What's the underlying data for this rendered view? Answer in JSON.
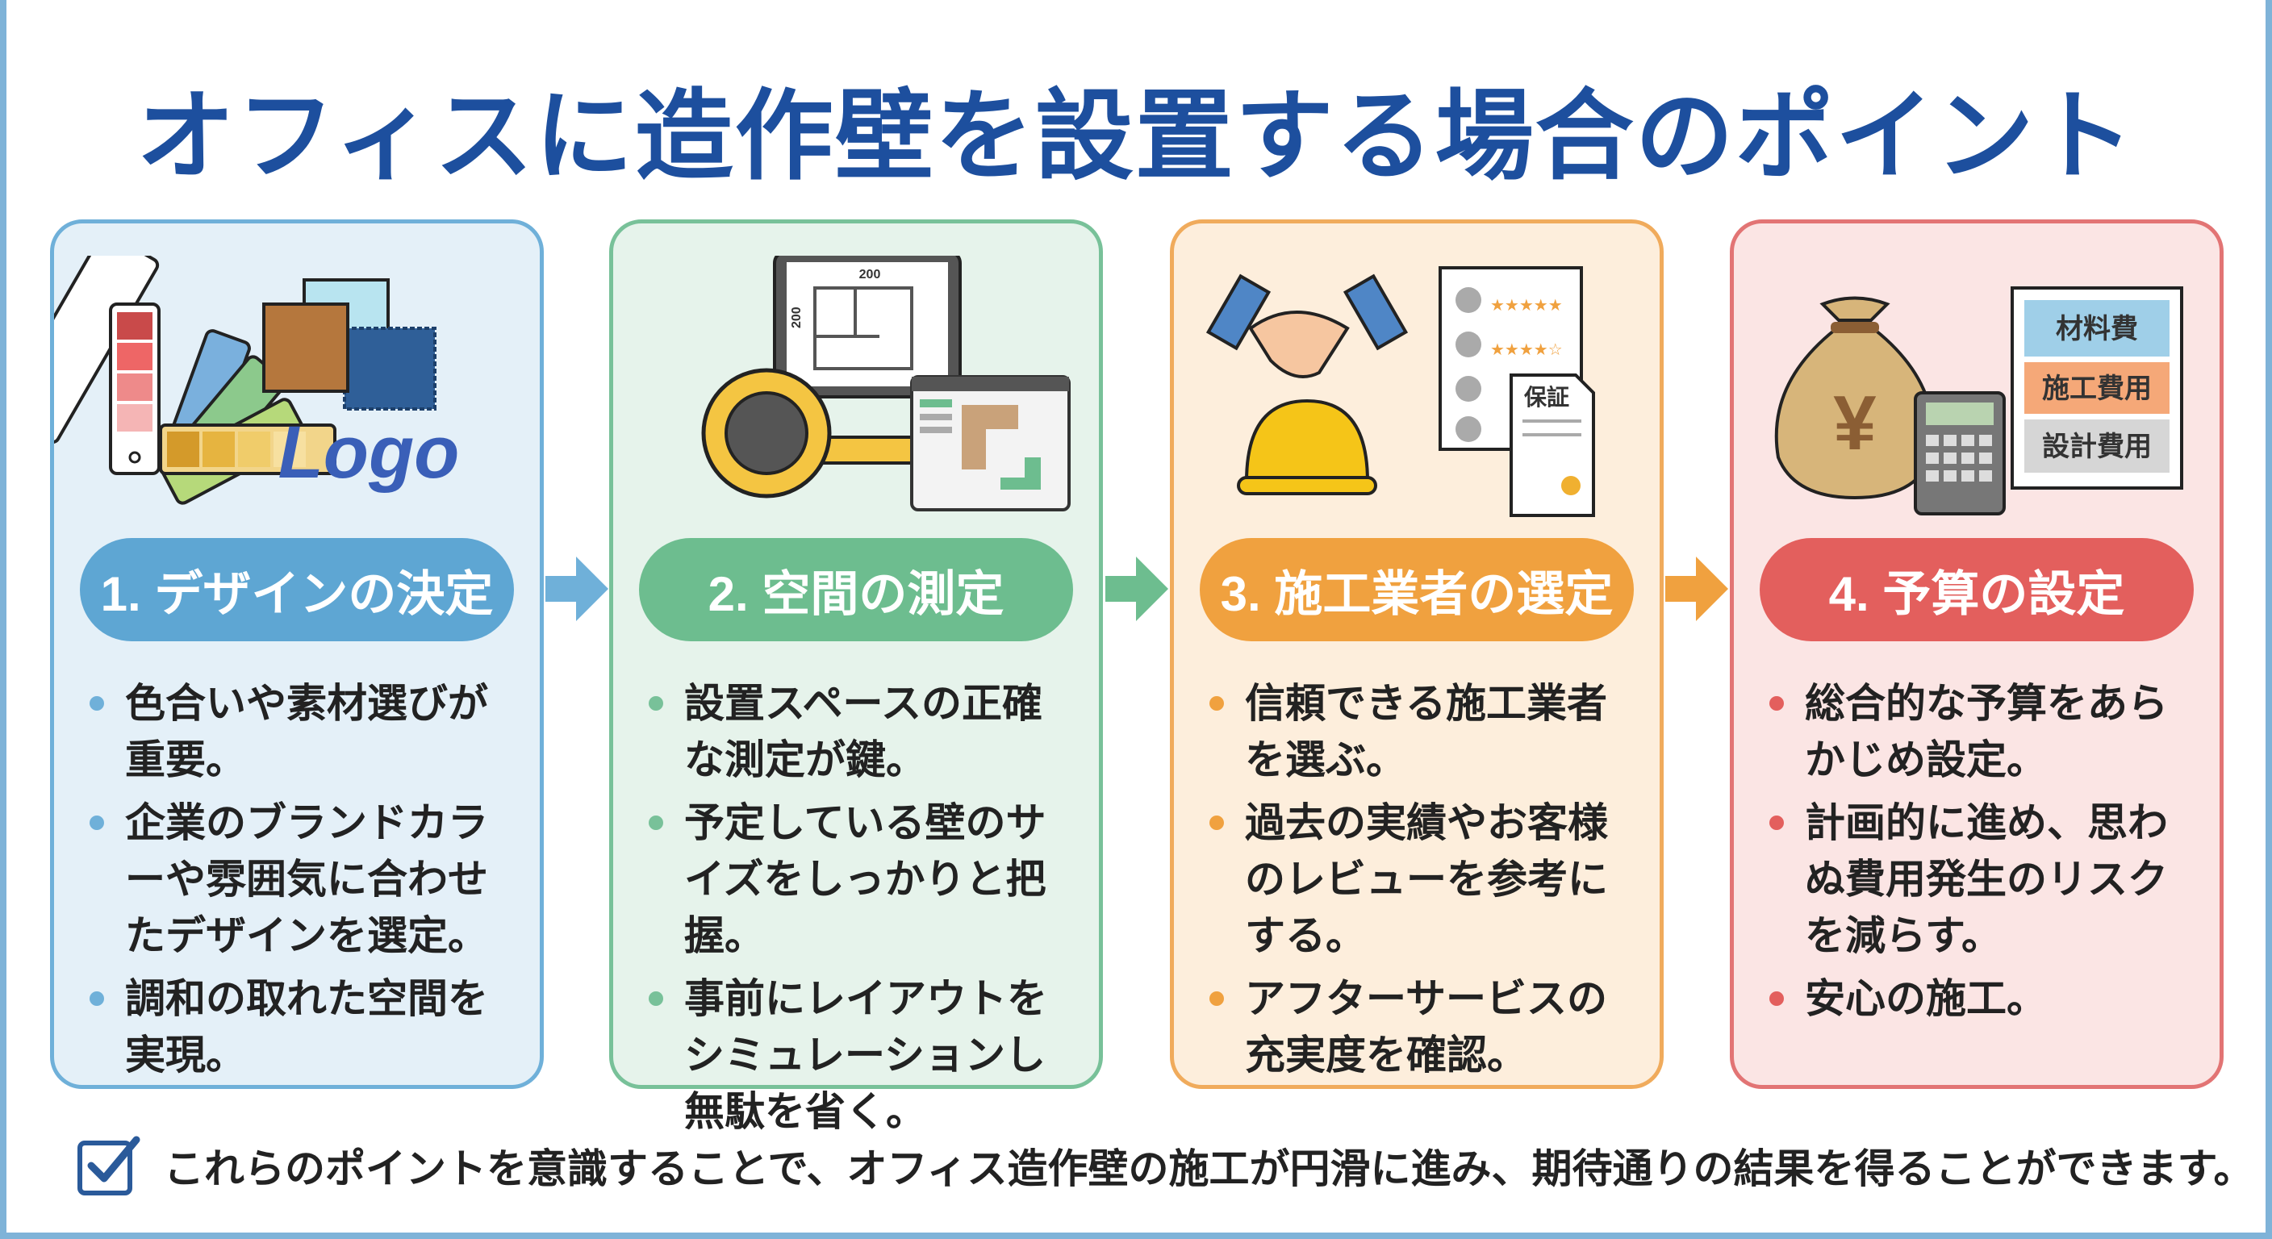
{
  "title": "オフィスに造作壁を設置する場合のポイント",
  "cards": [
    {
      "heading": "1. デザインの決定",
      "color": "#5ea6d3",
      "icon_labels": {
        "logo": "Logo"
      },
      "bullets": [
        "色合いや素材選びが重要。",
        "企業のブランドカラーや雰囲気に合わせたデザインを選定。",
        "調和の取れた空間を実現。"
      ]
    },
    {
      "heading": "2. 空間の測定",
      "color": "#6dbd8f",
      "icon_labels": {
        "width": "200",
        "height": "200"
      },
      "bullets": [
        "設置スペースの正確な測定が鍵。",
        "予定している壁のサイズをしっかりと把握。",
        "事前にレイアウトをシミュレーションし無駄を省く。"
      ]
    },
    {
      "heading": "3. 施工業者の選定",
      "color": "#f0a13f",
      "icon_labels": {
        "warranty": "保証"
      },
      "bullets": [
        "信頼できる施工業者を選ぶ。",
        "過去の実績やお客様のレビューを参考にする。",
        "アフターサービスの充実度を確認。"
      ]
    },
    {
      "heading": "4. 予算の設定",
      "color": "#e35f5d",
      "icon_labels": {
        "yen": "¥",
        "cost1": "材料費",
        "cost2": "施工費用",
        "cost3": "設計費用"
      },
      "bullets": [
        "総合的な予算をあらかじめ設定。",
        "計画的に進め、思わぬ費用発生のリスクを減らす。",
        "安心の施工。"
      ]
    }
  ],
  "footer": {
    "text": "これらのポイントを意識することで、オフィス造作壁の施工が円滑に進み、期待通りの結果を得ることができます。",
    "icon": "checkbox-checked-icon"
  }
}
